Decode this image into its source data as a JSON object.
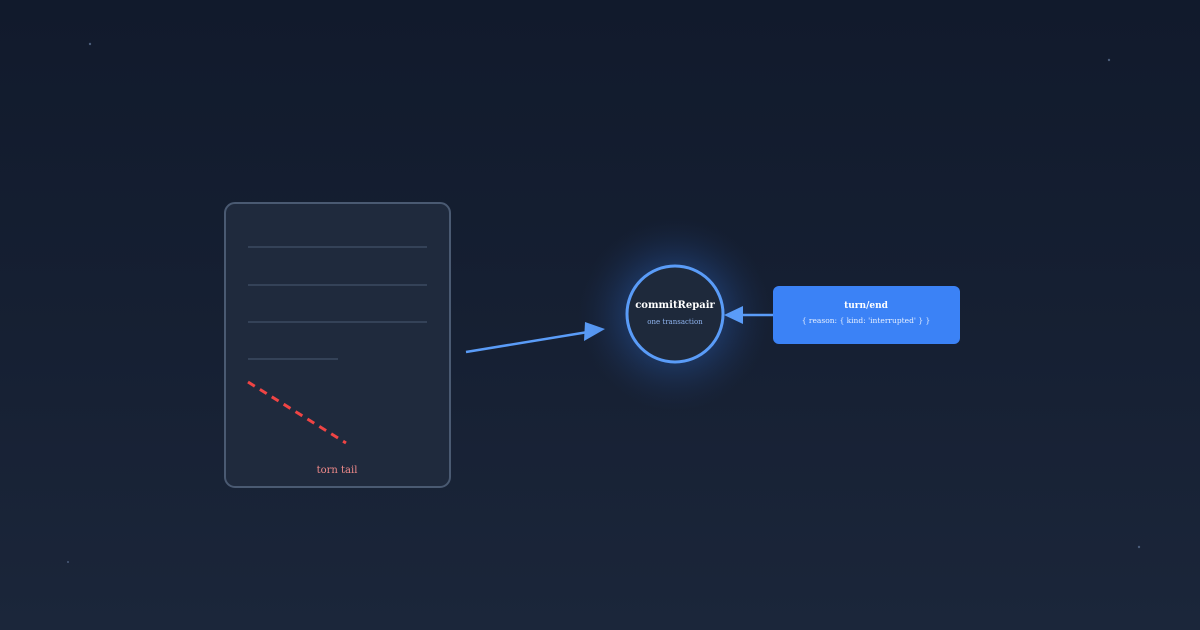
{
  "document": {
    "caption": "torn tail",
    "caption_color": "#f08a8a",
    "line_color": "#3b4a62",
    "tear_color": "#ef4444",
    "border_color": "#4a5a72",
    "fill_color": "#1f2a3d"
  },
  "commit": {
    "title": "commitRepair",
    "subtitle": "one transaction",
    "ring_color": "#5a9cf8",
    "fill_color": "#1e293b",
    "subtitle_color": "#8fb4f0"
  },
  "event": {
    "title": "turn/end",
    "payload": "{ reason: { kind: 'interrupted' } }",
    "fill_color": "#3b82f6"
  },
  "arrows": {
    "color": "#5a9cf8"
  },
  "background": {
    "top_color": "#111a2c",
    "bottom_color": "#1b263a",
    "star_color": "#4b5d7a"
  }
}
